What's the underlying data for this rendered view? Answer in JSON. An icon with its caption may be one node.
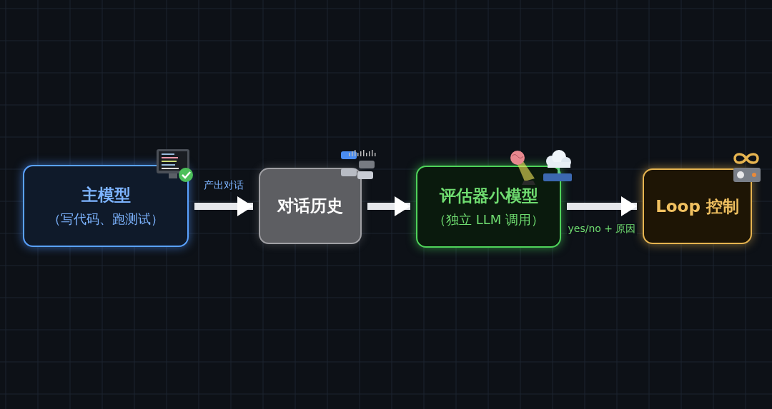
{
  "diagram": {
    "nodes": [
      {
        "text": [
          "主模型",
          "（写代码、跑测试）"
        ]
      },
      {
        "text": [
          "对话历史"
        ]
      },
      {
        "text": [
          "评估器小模型",
          "（独立 LLM 调用）"
        ]
      },
      {
        "text": [
          "Loop 控制"
        ]
      }
    ],
    "edges": [
      {
        "from": 0,
        "to": 1,
        "arrow": "to",
        "label": "产出对话"
      },
      {
        "from": 1,
        "to": 2,
        "arrow": "to"
      },
      {
        "from": 2,
        "to": 3,
        "arrow": "to",
        "label": "yes/no + 原因"
      }
    ]
  }
}
